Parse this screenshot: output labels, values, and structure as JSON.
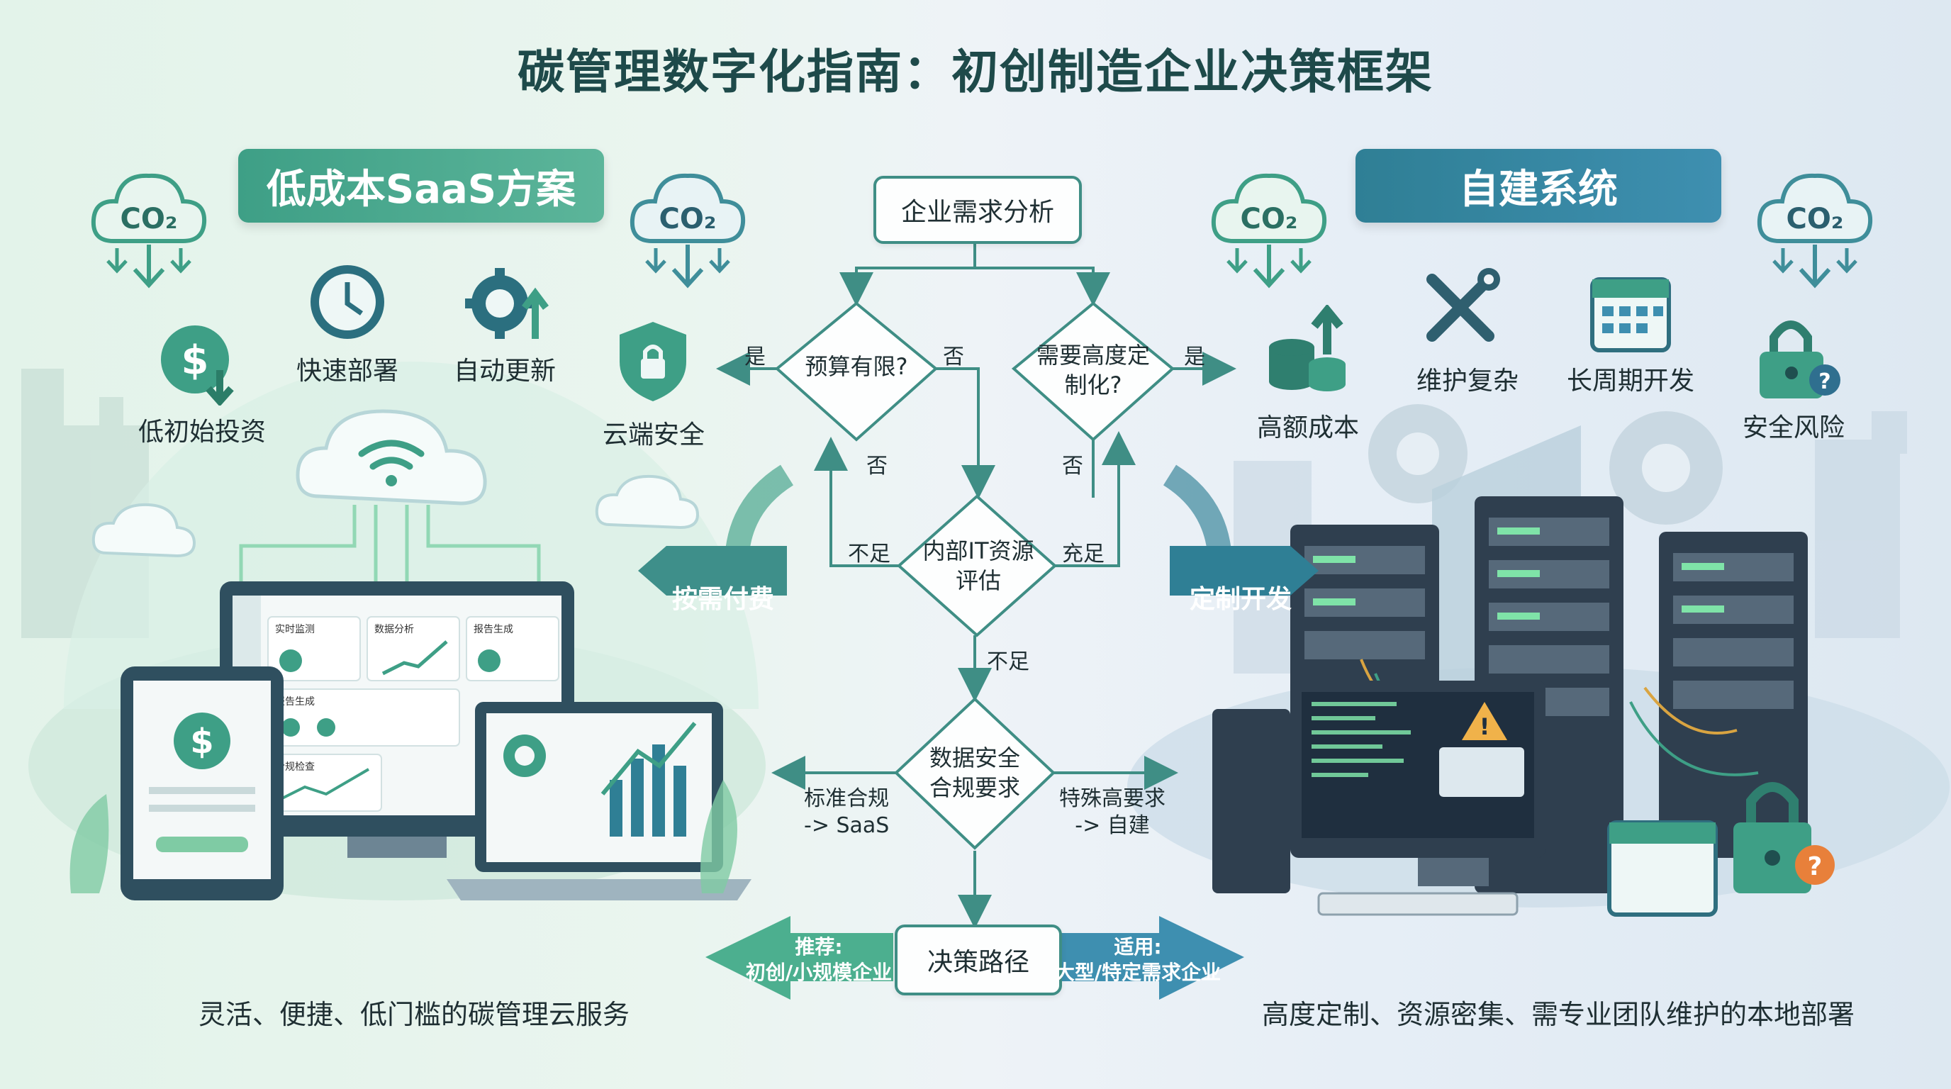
{
  "title": "碳管理数字化指南：初创制造企业决策框架",
  "co2_label": "CO₂",
  "saas": {
    "banner": "低成本SaaS方案",
    "features": [
      "低初始投资",
      "快速部署",
      "自动更新",
      "云端安全"
    ],
    "pay_label": "按需付费",
    "footer": "灵活、便捷、低门槛的碳管理云服务",
    "dashboard": [
      "实时监测",
      "数据分析",
      "报告生成",
      "报告生成",
      "合规检查"
    ]
  },
  "self": {
    "banner": "自建系统",
    "features": [
      "高额成本",
      "维护复杂",
      "长周期开发",
      "安全风险"
    ],
    "dev_label": "定制开发",
    "footer": "高度定制、资源密集、需专业团队维护的本地部署"
  },
  "flow": {
    "start": "企业需求分析",
    "budget": "预算有限?",
    "custom": "需要高度定制化?",
    "it_eval": "内部IT资源评估",
    "security": "数据安全合规要求",
    "decision": "决策路径",
    "edges": {
      "yes_left": "是",
      "no_left": "否",
      "no_budget_down": "否",
      "yes_right": "是",
      "no_custom_down": "否",
      "insufficient_left": "不足",
      "sufficient_right": "充足",
      "insufficient_down": "不足",
      "std_compliance": "标准合规\n-> SaaS",
      "special_req": "特殊高要求\n-> 自建"
    },
    "recommend": "推荐:\n初创/小规模企业",
    "applicable": "适用:\n大型/特定需求企业"
  },
  "colors": {
    "green": "#3e9f86",
    "blue": "#2f7f95",
    "line": "#3f8e85"
  }
}
